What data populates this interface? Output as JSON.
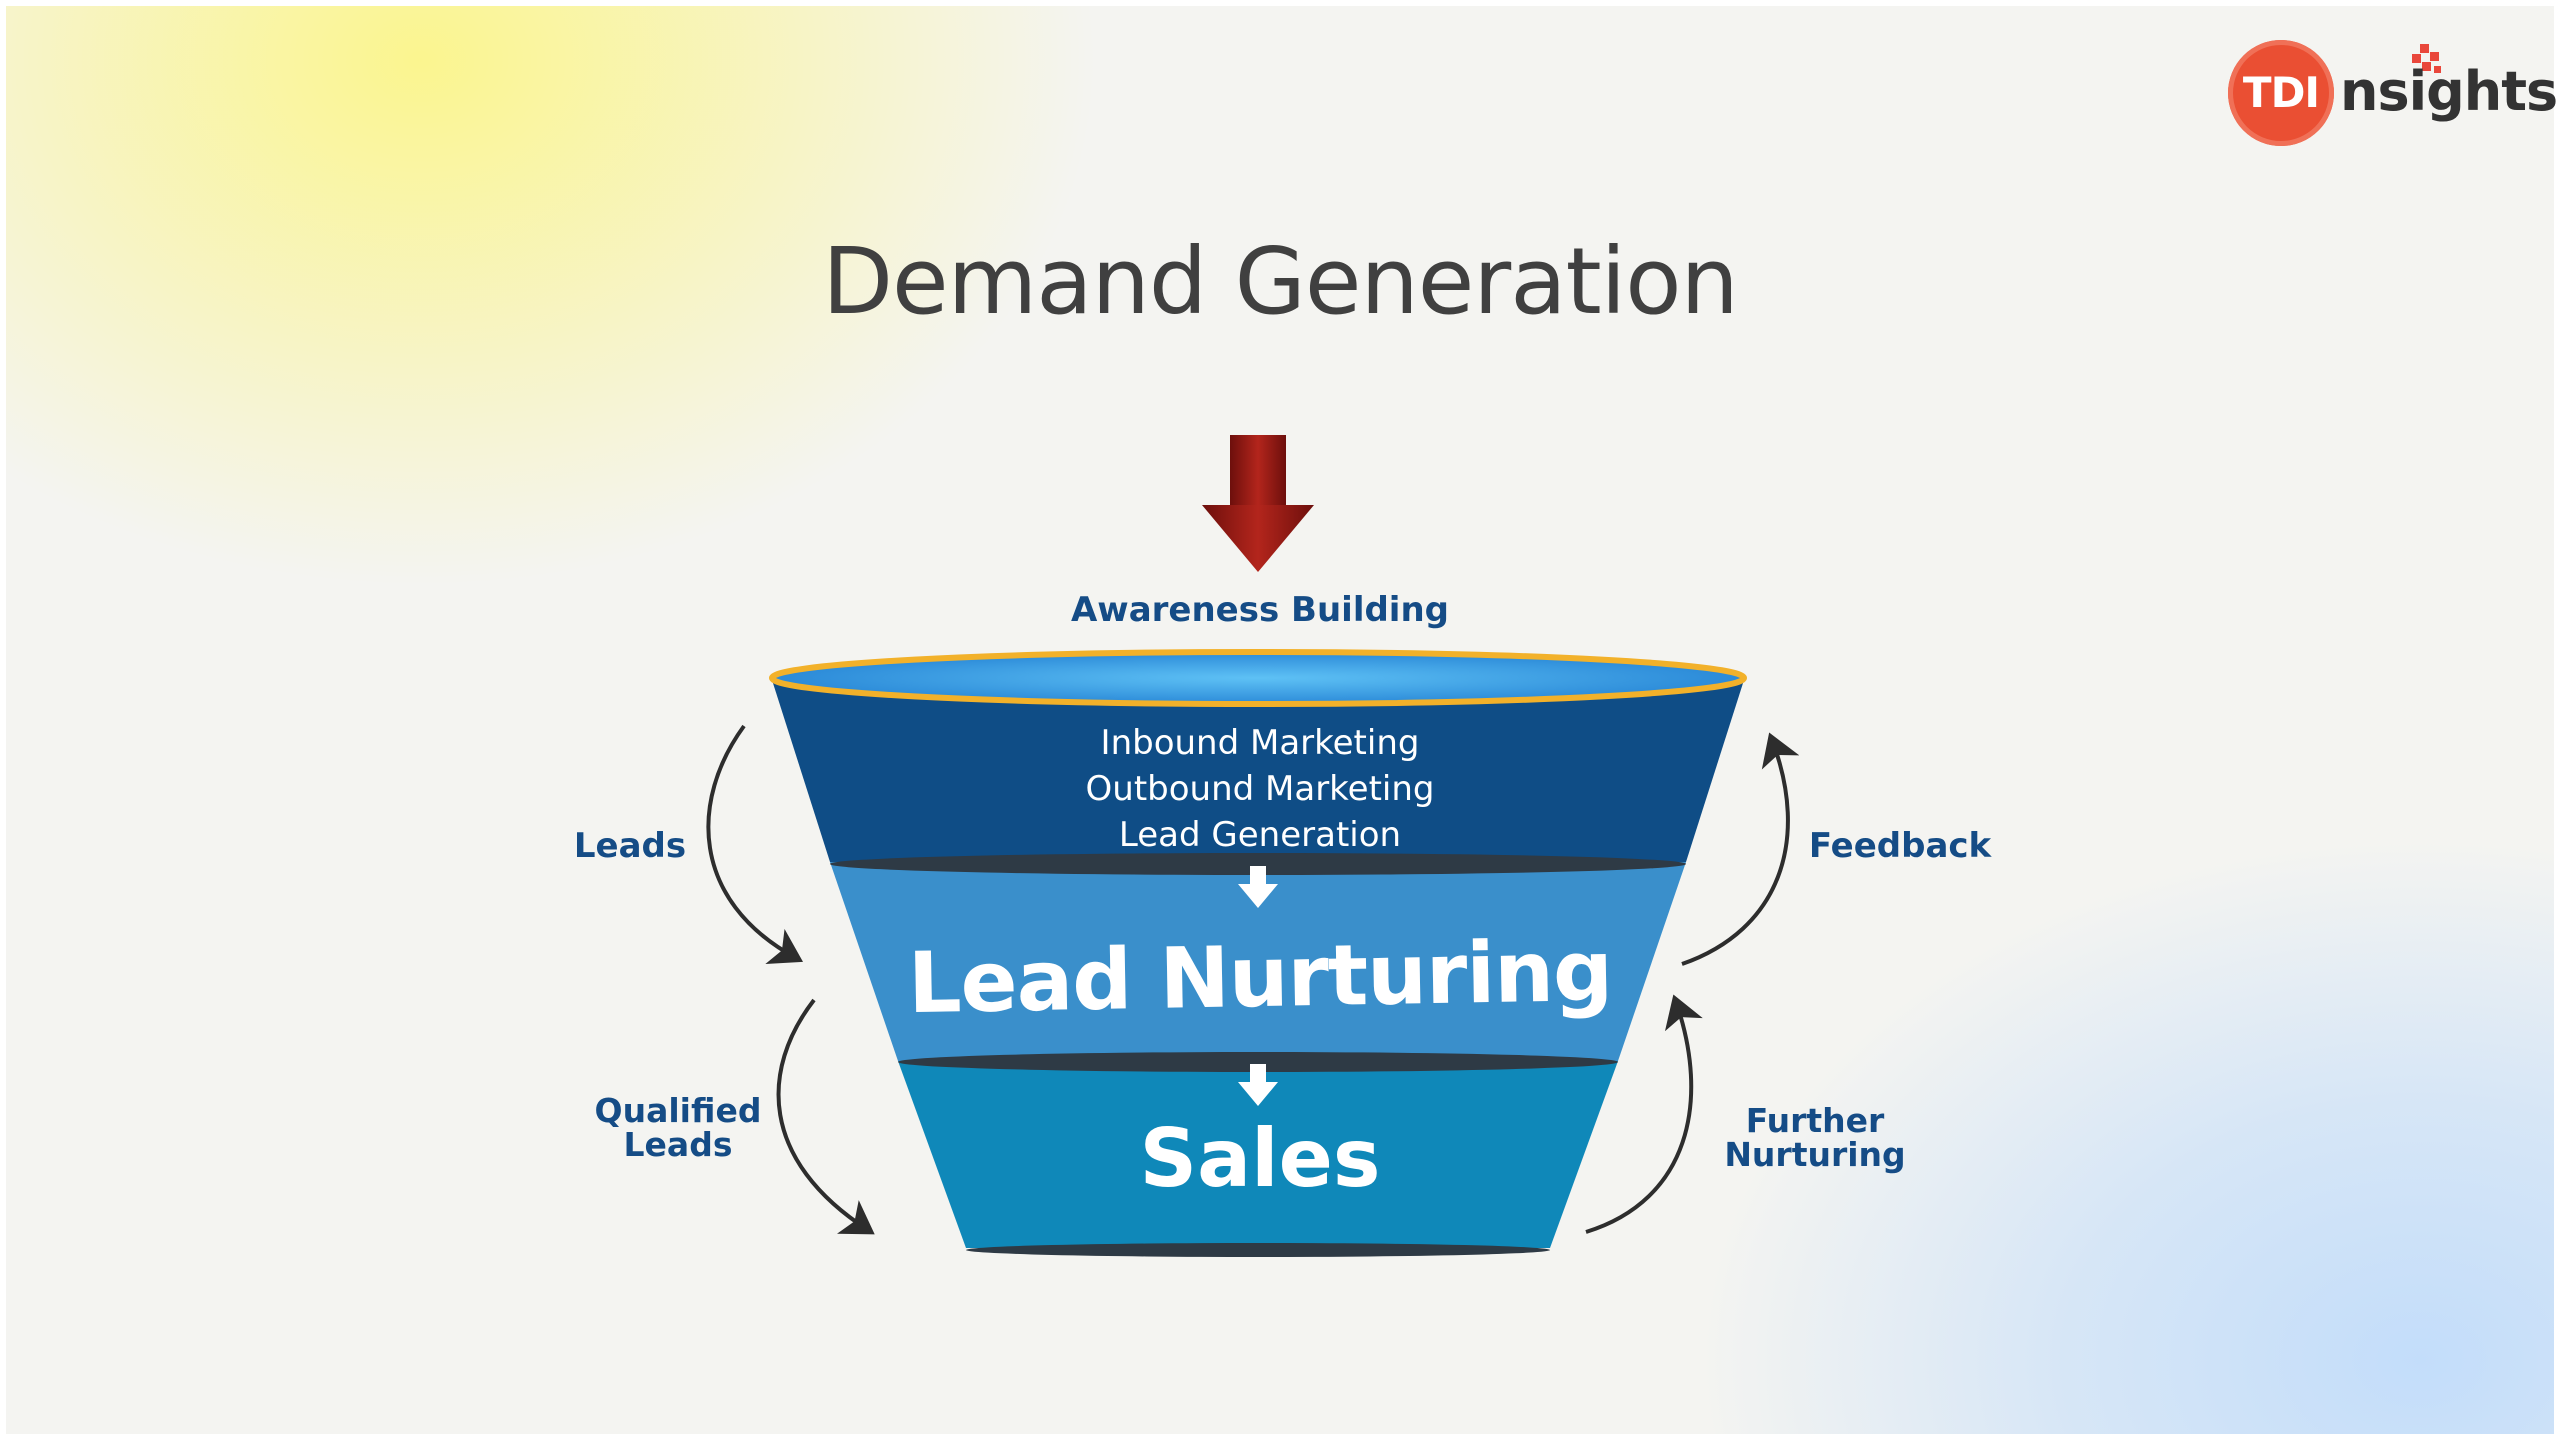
{
  "logo": {
    "badge": "TDI",
    "text": "nsights"
  },
  "title": "Demand Generation",
  "funnel": {
    "top_label": "Awareness Building",
    "stage1_lines": [
      "Inbound Marketing",
      "Outbound Marketing",
      "Lead Generation"
    ],
    "stage2": "Lead Nurturing",
    "stage3": "Sales"
  },
  "side_labels": {
    "leads": "Leads",
    "qualified_line1": "Qualified",
    "qualified_line2": "Leads",
    "feedback": "Feedback",
    "further_line1": "Further",
    "further_line2": "Nurturing"
  },
  "colors": {
    "stage1": "#0f4d86",
    "stage2": "#3a8fcb",
    "stage3": "#0f88b9",
    "rim": "#f2b12a",
    "arrow": "#9b1915",
    "label": "#154c86"
  }
}
